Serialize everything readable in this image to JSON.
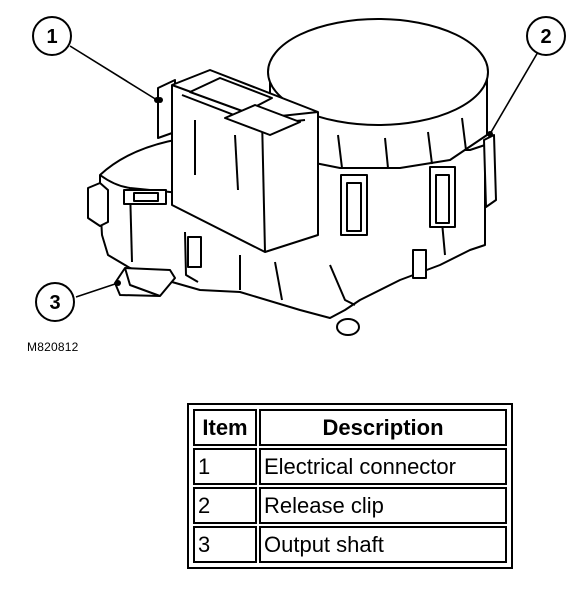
{
  "figure": {
    "id": "M820812",
    "callouts": [
      "1",
      "2",
      "3"
    ]
  },
  "legend": {
    "headers": [
      "Item",
      "Description"
    ],
    "rows": [
      {
        "item": "1",
        "description": "Electrical connector"
      },
      {
        "item": "2",
        "description": "Release clip"
      },
      {
        "item": "3",
        "description": "Output shaft"
      }
    ]
  },
  "colors": {
    "line": "#000000",
    "background": "#ffffff"
  }
}
